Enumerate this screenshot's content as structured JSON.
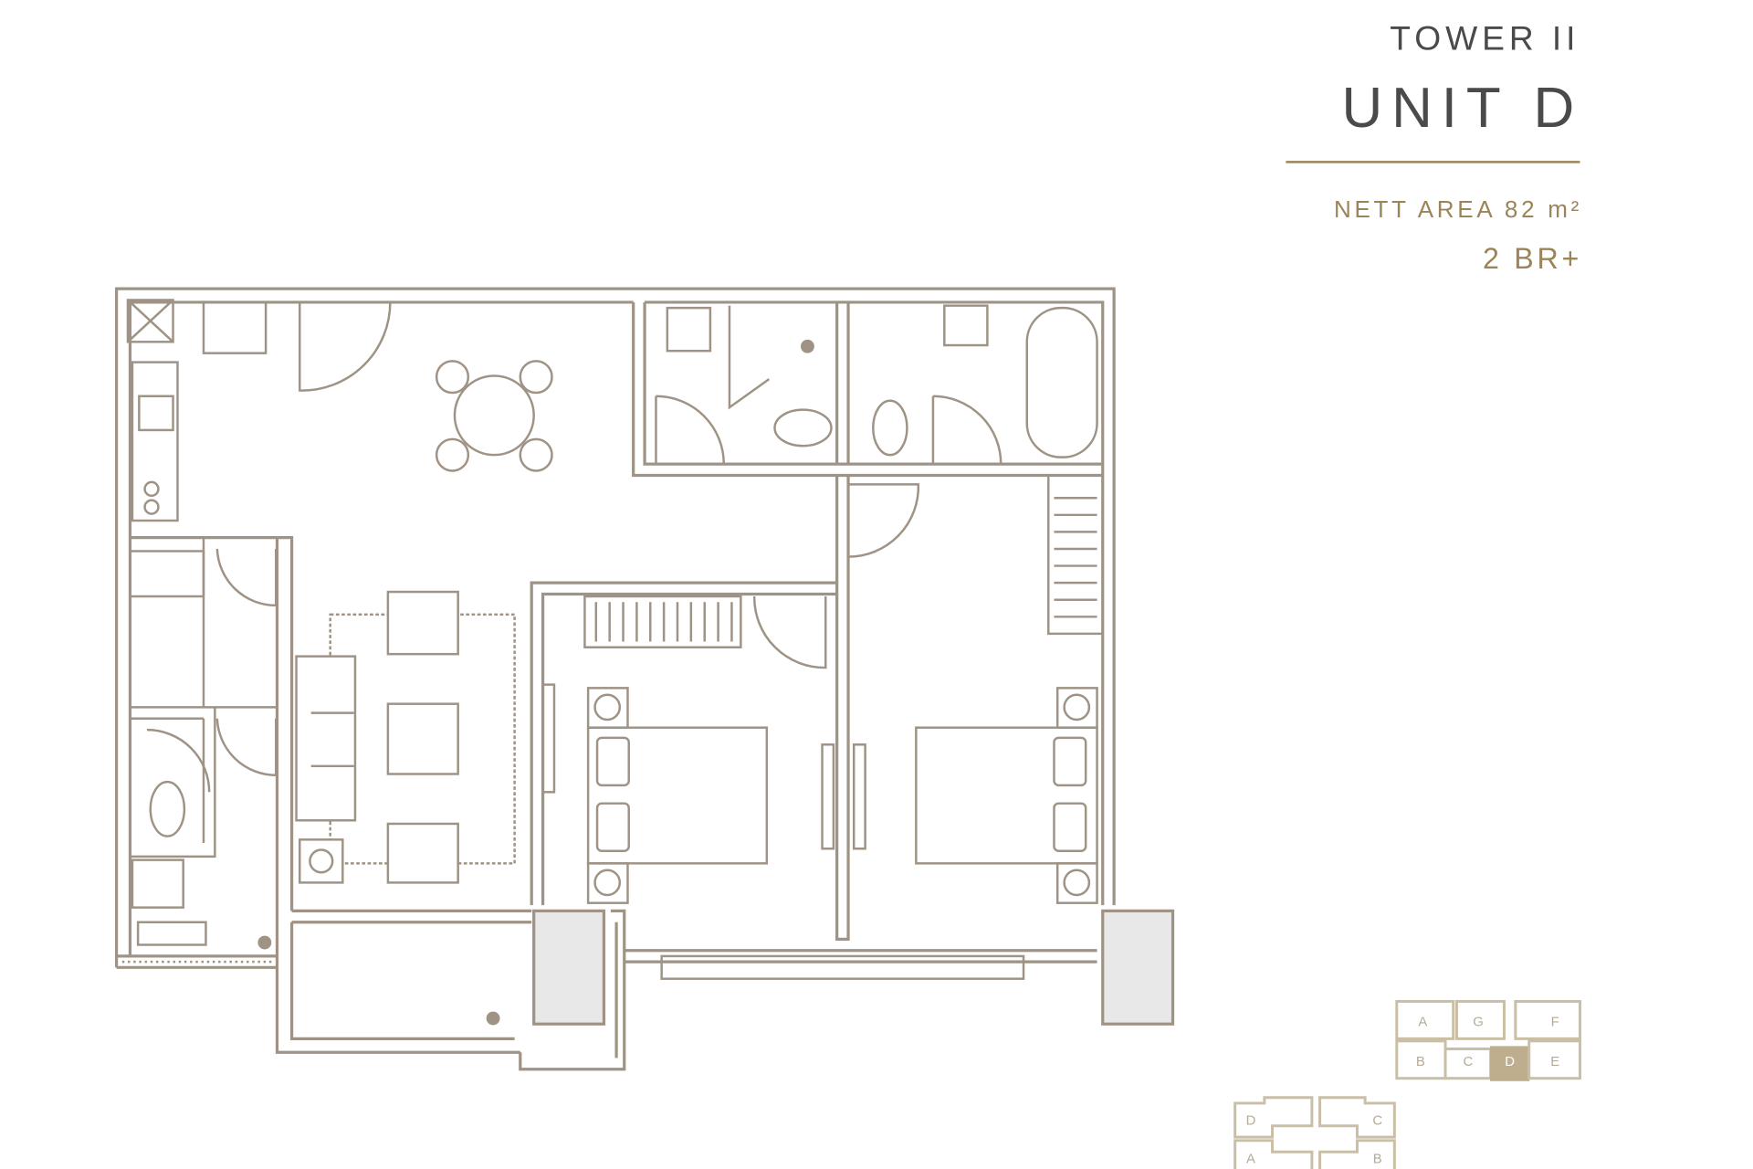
{
  "header": {
    "tower": "TOWER II",
    "unit": "UNIT D",
    "area": "NETT  AREA 82 m²",
    "bedrooms": "2 BR+"
  },
  "colors": {
    "line": "#9e9385",
    "accent_gold": "#9b8558",
    "title_dark": "#4a4a4a",
    "keyplan": "#c9bea6",
    "keyplan_highlight": "#bfae8e"
  },
  "keyplan_tower2": {
    "units": [
      "A",
      "G",
      "F",
      "B",
      "C",
      "D",
      "E"
    ],
    "highlighted": "D"
  },
  "keyplan_tower1": {
    "units": [
      "D",
      "C",
      "A",
      "B"
    ]
  }
}
